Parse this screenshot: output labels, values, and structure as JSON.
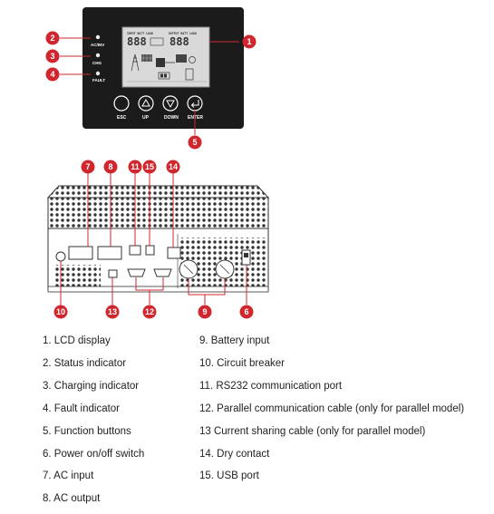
{
  "front_panel": {
    "indicators": [
      {
        "label": "AC/INV"
      },
      {
        "label": "CHG"
      },
      {
        "label": "FAULT"
      }
    ],
    "buttons": [
      {
        "label": "ESC",
        "icon": "circle-icon"
      },
      {
        "label": "UP",
        "icon": "up-arrow-icon"
      },
      {
        "label": "DOWN",
        "icon": "down-arrow-icon"
      },
      {
        "label": "ENTER",
        "icon": "enter-arrow-icon"
      }
    ],
    "lcd": {
      "left_caption": "INPUT BATT LOAD",
      "right_caption": "OUTPUT BATT LOAD",
      "left_digits": "888",
      "right_digits": "888"
    }
  },
  "callouts": [
    "1",
    "2",
    "3",
    "4",
    "5",
    "6",
    "7",
    "8",
    "9",
    "10",
    "11",
    "12",
    "13",
    "14",
    "15"
  ],
  "legend": {
    "left": [
      "1. LCD display",
      "2. Status indicator",
      "3. Charging indicator",
      "4. Fault indicator",
      "5. Function buttons",
      "6. Power on/off switch",
      "7. AC input",
      "8. AC output"
    ],
    "right": [
      "9. Battery input",
      "10. Circuit breaker",
      "11. RS232 communication port",
      "12. Parallel communication cable (only for parallel model)",
      "13 Current sharing cable (only for parallel model)",
      "14. Dry contact",
      "15. USB port"
    ]
  },
  "colors": {
    "badge": "#d0272e",
    "panel": "#1b1b1b",
    "lcd": "#d9d9d9",
    "outline": "#333333"
  }
}
